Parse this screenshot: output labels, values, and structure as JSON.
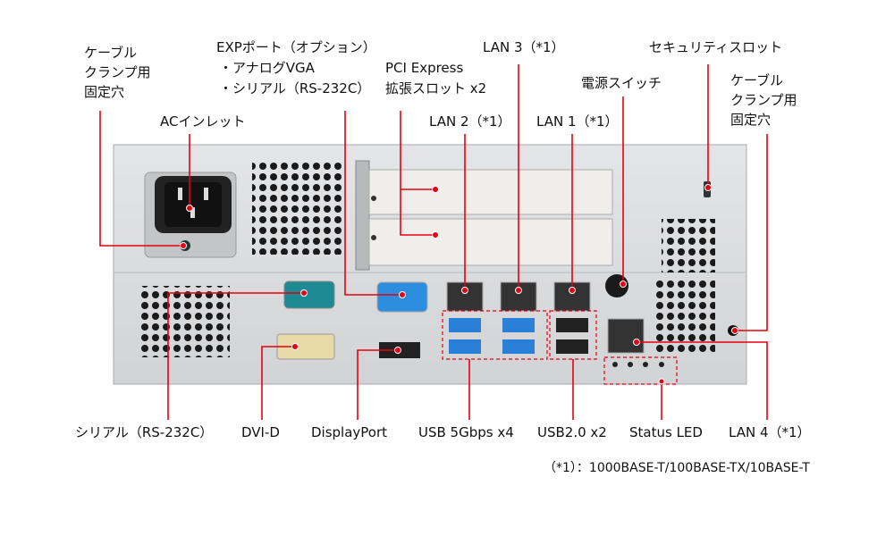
{
  "labels": {
    "cable_clamp_left": [
      "ケーブル",
      "クランプ用",
      "固定穴"
    ],
    "ac_inlet": "ACインレット",
    "exp_port": [
      "EXPポート（オプション）",
      "・アナログVGA",
      "・シリアル（RS-232C）"
    ],
    "pci_express": [
      "PCI Express",
      "拡張スロット x2"
    ],
    "lan3": "LAN 3（*1）",
    "lan2": "LAN 2（*1）",
    "lan1": "LAN 1（*1）",
    "power_switch": "電源スイッチ",
    "security_slot": "セキュリティスロット",
    "cable_clamp_right": [
      "ケーブル",
      "クランプ用",
      "固定穴"
    ],
    "serial": "シリアル（RS-232C）",
    "dvi_d": "DVI-D",
    "displayport": "DisplayPort",
    "usb5g": "USB 5Gbps x4",
    "usb2": "USB2.0 x2",
    "status_led": "Status LED",
    "lan4": "LAN 4（*1）"
  },
  "footnote": "（*1）：1000BASE-T/100BASE-TX/10BASE-T",
  "colors": {
    "leader": "#e60012",
    "panel": "#d9dadc"
  }
}
